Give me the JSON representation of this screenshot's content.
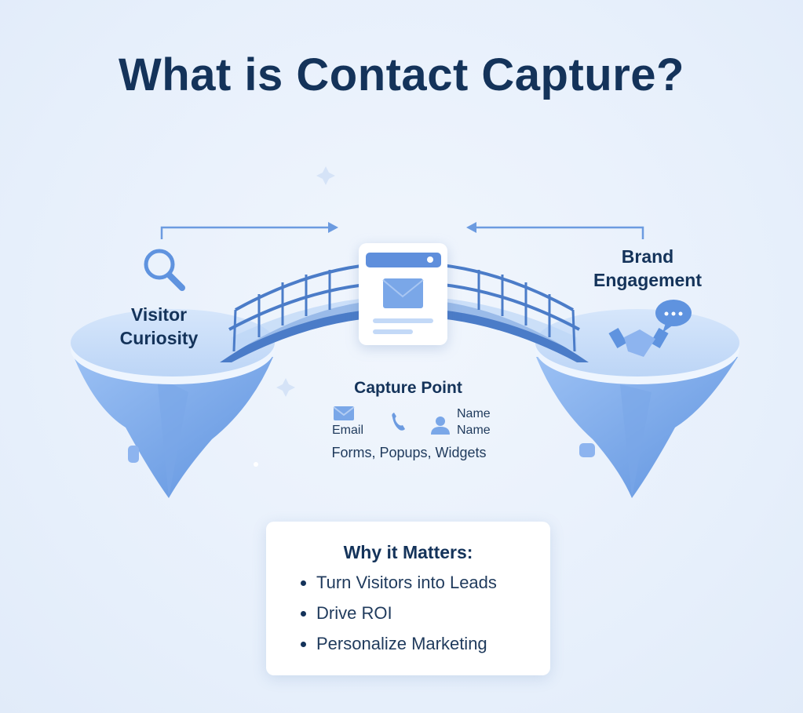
{
  "title": "What is Contact Capture?",
  "left_island": {
    "label_line1": "Visitor",
    "label_line2": "Curiosity",
    "icon": "magnifier-icon"
  },
  "right_island": {
    "label_line1": "Brand",
    "label_line2": "Engagement",
    "icons": [
      "handshake-icon",
      "chat-bubble-icon"
    ]
  },
  "capture_point": {
    "title": "Capture Point",
    "fields": {
      "email": "Email",
      "name_1": "Name",
      "name_2": "Name"
    },
    "subtitle": "Forms, Popups, Widgets"
  },
  "why_card": {
    "title": "Why it Matters:",
    "items": [
      "Turn Visitors into Leads",
      "Drive ROI",
      "Personalize Marketing"
    ]
  },
  "colors": {
    "title": "#14335a",
    "accent": "#5b8fdc",
    "background": "#e8f1fc"
  }
}
